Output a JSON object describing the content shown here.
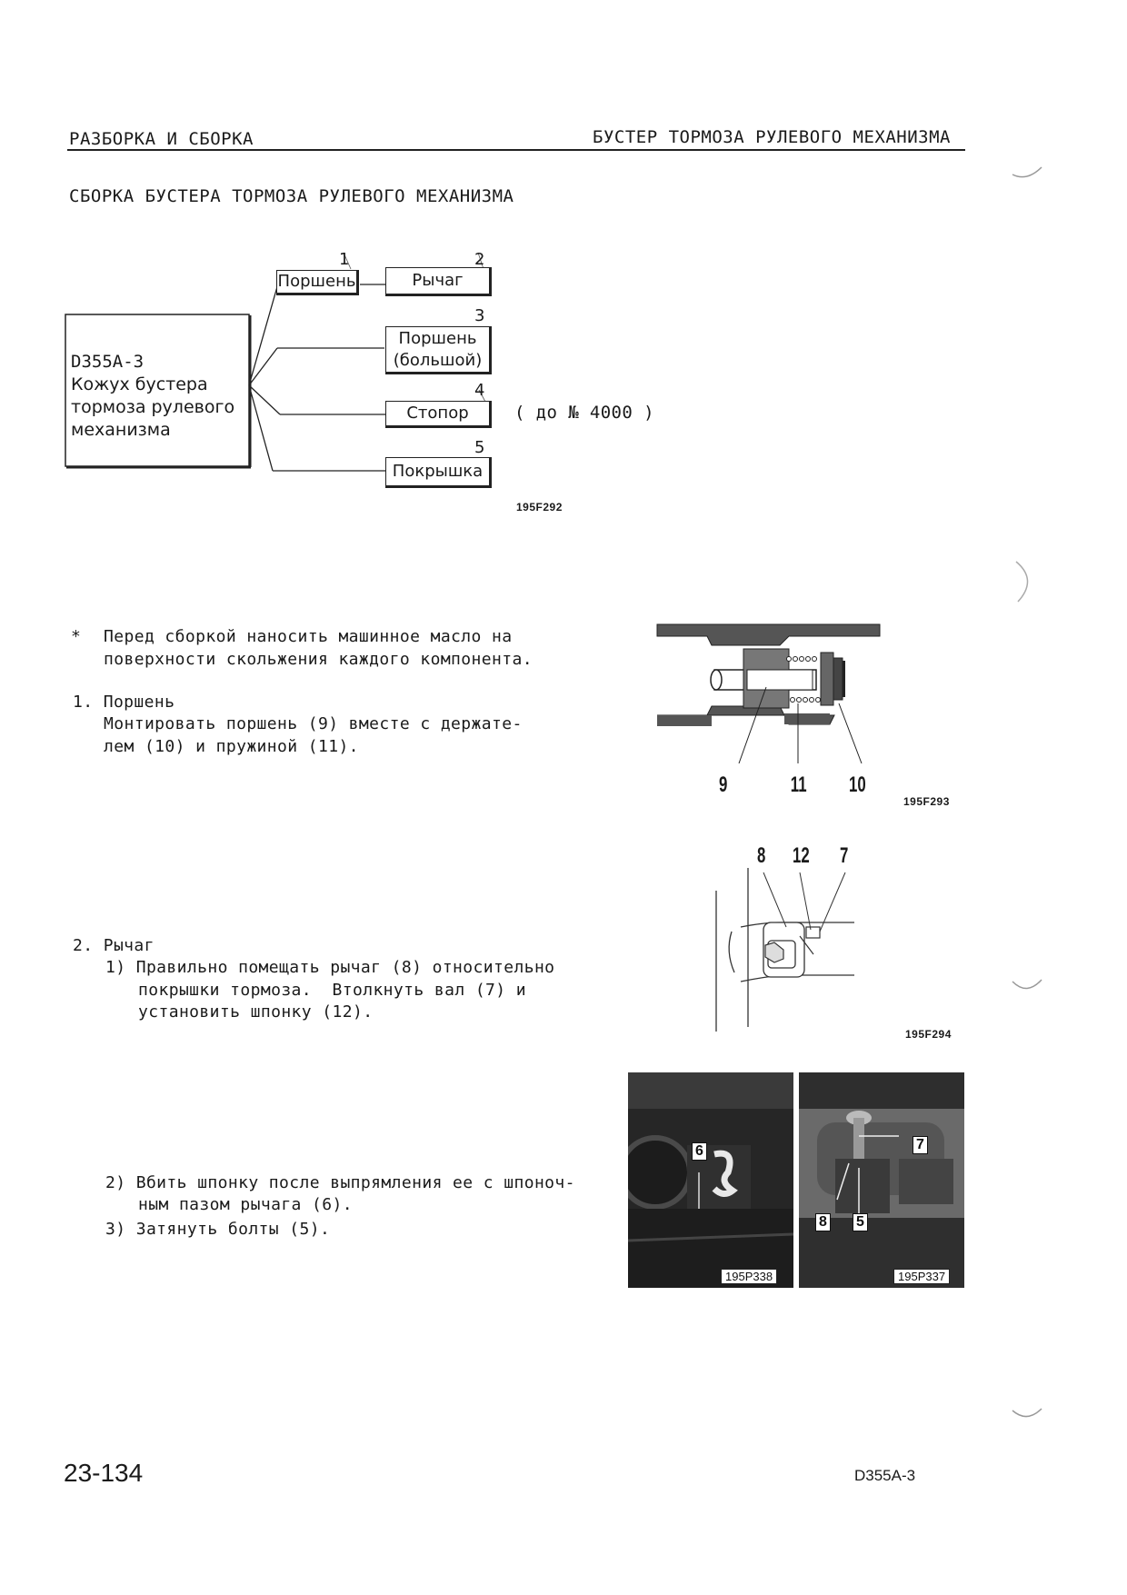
{
  "header": {
    "left": "РАЗБОРКА И СБОРКА",
    "right": "БУСТЕР ТОРМОЗА РУЛЕВОГО МЕХАНИЗМА"
  },
  "section_title": "СБОРКА БУСТЕРА ТОРМОЗА РУЛЕВОГО МЕХАНИЗМА",
  "diagram": {
    "main_box": [
      "D355A-3",
      "Кожух бустера",
      "тормоза рулевого",
      "механизма"
    ],
    "parts": [
      {
        "num": "1",
        "label": "Поршень"
      },
      {
        "num": "2",
        "label": "Рычаг"
      },
      {
        "num": "3",
        "label_line1": "Поршень",
        "label_line2": "(большой)"
      },
      {
        "num": "4",
        "label": "Стопор"
      },
      {
        "num": "5",
        "label": "Покрышка"
      }
    ],
    "note": "( до № 4000 )",
    "code": "195F292"
  },
  "instructions": {
    "star": "*",
    "note_line1": "Перед сборкой наносить машинное масло на",
    "note_line2": "поверхности скольжения каждого компонента.",
    "step1_title": "1. Поршень",
    "step1_line1": "Монтировать поршень (9) вместе с держате-",
    "step1_line2": "лем (10) и пружиной (11).",
    "step2_title": "2. Рычаг",
    "step2_1_line1": "1) Правильно помещать рычаг (8) относительно",
    "step2_1_line2": "покрышки тормоза.  Втолкнуть вал (7) и",
    "step2_1_line3": "установить шпонку (12).",
    "step2_2_line1": "2) Вбить шпонку после выпрямления ее с шпоноч-",
    "step2_2_line2": "ным пазом рычага (6).",
    "step2_3": "3) Затянуть болты (5)."
  },
  "figures": {
    "fig1": {
      "labels": [
        "9",
        "11",
        "10"
      ],
      "code": "195F293"
    },
    "fig2": {
      "labels": [
        "8",
        "12",
        "7"
      ],
      "code": "195F294"
    },
    "photo1": {
      "label": "6",
      "code": "195P338"
    },
    "photo2": {
      "labels": [
        "7",
        "8",
        "5"
      ],
      "code": "195P337"
    }
  },
  "footer": {
    "page": "23-134",
    "model": "D355A-3"
  }
}
